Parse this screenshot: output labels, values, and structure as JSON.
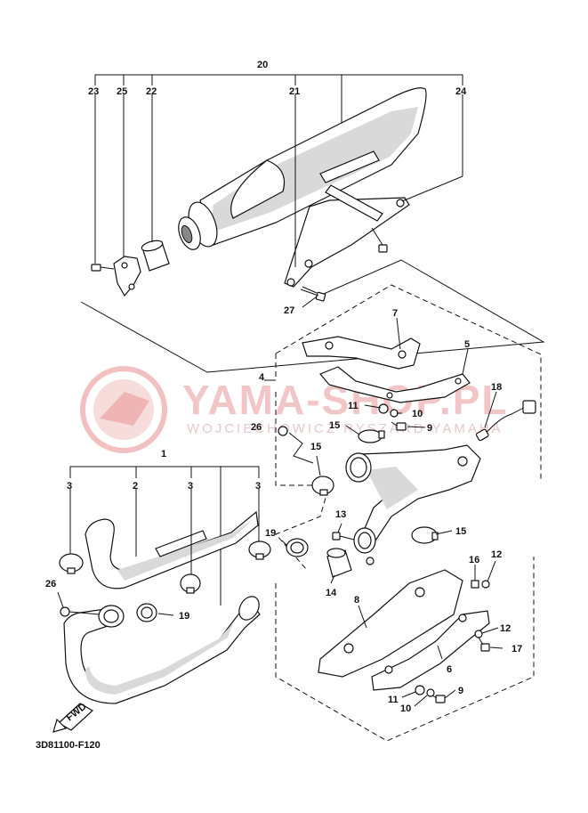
{
  "diagram_code": "3D81100-F120",
  "watermark": {
    "brand": "YAMA-SHOP.PL",
    "subtitle": "WOJCIECHOWICZ RYSZARD YAMAHA"
  },
  "fwd_label": "FWD",
  "part_labels": {
    "p1": "1",
    "p2": "2",
    "p3a": "3",
    "p3b": "3",
    "p3c": "3",
    "p4": "4",
    "p5": "5",
    "p6": "6",
    "p7": "7",
    "p8": "8",
    "p9a": "9",
    "p9b": "9",
    "p10a": "10",
    "p10b": "10",
    "p11a": "11",
    "p11b": "11",
    "p12a": "12",
    "p12b": "12",
    "p13": "13",
    "p14": "14",
    "p15a": "15",
    "p15b": "15",
    "p15c": "15",
    "p16": "16",
    "p17": "17",
    "p18": "18",
    "p19a": "19",
    "p19b": "19",
    "p20": "20",
    "p21": "21",
    "p22": "22",
    "p23": "23",
    "p24": "24",
    "p25": "25",
    "p26a": "26",
    "p26b": "26",
    "p27": "27"
  }
}
